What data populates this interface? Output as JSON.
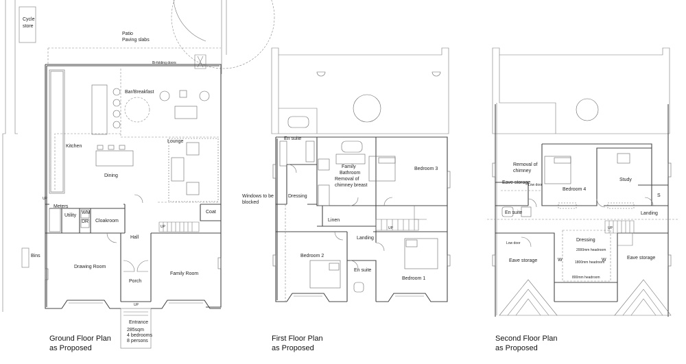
{
  "ground_floor": {
    "title_line1": "Ground Floor Plan",
    "title_line2": "as Proposed",
    "rooms": {
      "cycle_store": "Cycle store",
      "patio_line1": "Patio",
      "patio_line2": "Paving slabs",
      "bifolding_doors": "Bi-folding doors",
      "bar_breakfast": "Bar/Breakfast",
      "kitchen": "Kitchen",
      "dining": "Dining",
      "lounge": "Lounge",
      "meters": "Meters",
      "utility": "Utility",
      "wm": "WM",
      "dr": "DR",
      "cloakroom": "Cloakroom",
      "coat": "Coat",
      "hall": "Hall",
      "bins": "Bins",
      "drawing_room": "Drawing Room",
      "family_room": "Family Room",
      "porch": "Porch",
      "entrance": "Entrance",
      "up1": "UP",
      "up2": "UP",
      "up3": "UP"
    },
    "stats": {
      "area": "285sqm",
      "bedrooms": "4 bedrooms",
      "persons": "8 persons"
    }
  },
  "first_floor": {
    "title_line1": "First Floor Plan",
    "title_line2": "as Proposed",
    "rooms": {
      "en_suite_top": "En suite",
      "family_bathroom_line1": "Family",
      "family_bathroom_line2": "Bathroom",
      "removal_line1": "Removal of",
      "removal_line2": "chimney breast",
      "bedroom3": "Bedroom 3",
      "windows_line1": "Windows to be",
      "windows_line2": "blocked",
      "dressing": "Dressing",
      "linen": "Linen",
      "landing": "Landing",
      "bedroom2": "Bedroom 2",
      "en_suite_bottom": "En suite",
      "bedroom1": "Bedroom 1",
      "up": "UP"
    }
  },
  "second_floor": {
    "title_line1": "Second Floor Plan",
    "title_line2": "as Proposed",
    "rooms": {
      "removal_line1": "Removal of",
      "removal_line2": "chimney",
      "eave_storage_top": "Eave storage",
      "low_door_top": "Low door",
      "bedroom4": "Bedroom 4",
      "study": "Study",
      "s": "S",
      "en_suite": "En suite",
      "landing": "Landing",
      "low_door_bottom": "Low door",
      "dressing": "Dressing",
      "headroom_2000": "2000mm headroom",
      "headroom_1800": "1800mm headroom",
      "headroom_800": "800mm headroom",
      "w_left": "W",
      "w_right": "W",
      "eave_storage_left": "Eave storage",
      "eave_storage_right": "Eave storage",
      "up": "UP"
    }
  }
}
